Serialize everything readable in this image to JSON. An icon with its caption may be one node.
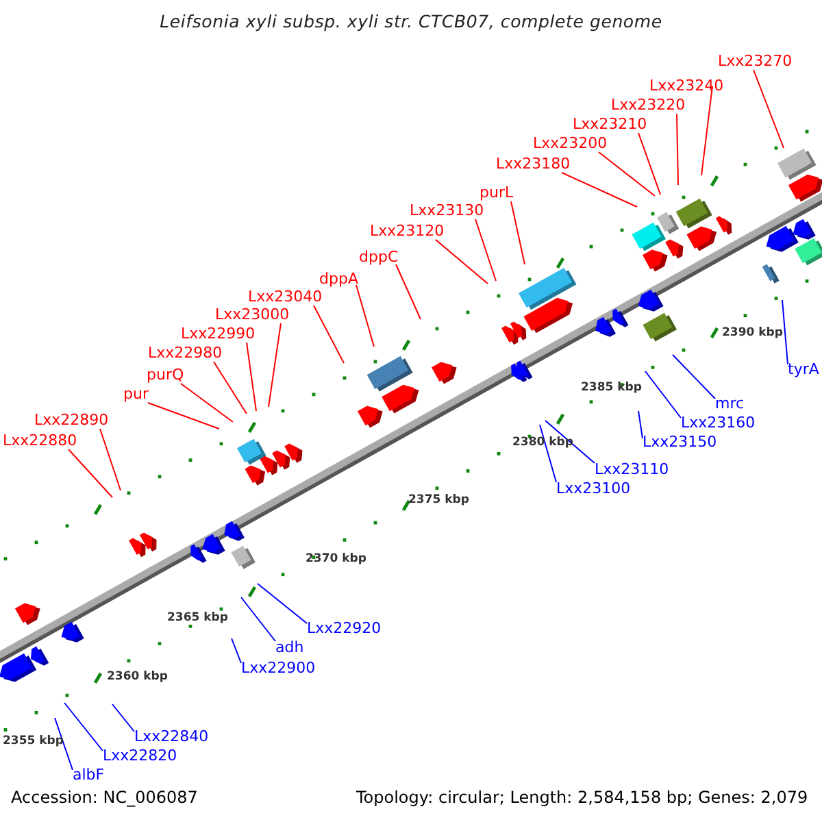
{
  "diagram": {
    "title": "Leifsonia xyli subsp. xyli str. CTCB07, complete genome",
    "nodes": [
      {
        "text": [
          "Lxx22880"
        ]
      },
      {
        "text": [
          "Lxx22890"
        ]
      },
      {
        "text": [
          "pur"
        ]
      },
      {
        "text": [
          "purQ"
        ]
      },
      {
        "text": [
          "Lxx22980"
        ]
      },
      {
        "text": [
          "Lxx22990"
        ]
      },
      {
        "text": [
          "Lxx23000"
        ]
      },
      {
        "text": [
          "Lxx23040"
        ]
      },
      {
        "text": [
          "dppA"
        ]
      },
      {
        "text": [
          "dppC"
        ]
      },
      {
        "text": [
          "Lxx23120"
        ]
      },
      {
        "text": [
          "Lxx23130"
        ]
      },
      {
        "text": [
          "purL"
        ]
      },
      {
        "text": [
          "Lxx23180"
        ]
      },
      {
        "text": [
          "Lxx23200"
        ]
      },
      {
        "text": [
          "Lxx23210"
        ]
      },
      {
        "text": [
          "Lxx23220"
        ]
      },
      {
        "text": [
          "Lxx23240"
        ]
      },
      {
        "text": [
          "Lxx23270"
        ]
      },
      {
        "text": [
          "albF"
        ]
      },
      {
        "text": [
          "Lxx22820"
        ]
      },
      {
        "text": [
          "Lxx22840"
        ]
      },
      {
        "text": [
          "Lxx22900"
        ]
      },
      {
        "text": [
          "adh"
        ]
      },
      {
        "text": [
          "Lxx22920"
        ]
      },
      {
        "text": [
          "Lxx23100"
        ]
      },
      {
        "text": [
          "Lxx23110"
        ]
      },
      {
        "text": [
          "Lxx23150"
        ]
      },
      {
        "text": [
          "Lxx23160"
        ]
      },
      {
        "text": [
          "mrc"
        ]
      },
      {
        "text": [
          "tyrA"
        ]
      }
    ],
    "edges": [
      {
        "from": 0,
        "to": null,
        "arrow": "none"
      },
      {
        "from": 1,
        "to": null,
        "arrow": "none"
      },
      {
        "from": 2,
        "to": null,
        "arrow": "none"
      },
      {
        "from": 3,
        "to": null,
        "arrow": "none"
      },
      {
        "from": 4,
        "to": null,
        "arrow": "none"
      },
      {
        "from": 5,
        "to": null,
        "arrow": "none"
      },
      {
        "from": 6,
        "to": null,
        "arrow": "none"
      },
      {
        "from": 7,
        "to": null,
        "arrow": "none"
      },
      {
        "from": 8,
        "to": null,
        "arrow": "none"
      },
      {
        "from": 9,
        "to": null,
        "arrow": "none"
      },
      {
        "from": 10,
        "to": null,
        "arrow": "none"
      },
      {
        "from": 11,
        "to": null,
        "arrow": "none"
      },
      {
        "from": 12,
        "to": null,
        "arrow": "none"
      },
      {
        "from": 13,
        "to": null,
        "arrow": "none"
      },
      {
        "from": 14,
        "to": null,
        "arrow": "none"
      },
      {
        "from": 15,
        "to": null,
        "arrow": "none"
      },
      {
        "from": 16,
        "to": null,
        "arrow": "none"
      },
      {
        "from": 17,
        "to": null,
        "arrow": "none"
      },
      {
        "from": 18,
        "to": null,
        "arrow": "none"
      },
      {
        "from": 19,
        "to": null,
        "arrow": "none",
        "color": "#0000ff"
      },
      {
        "from": 20,
        "to": null,
        "arrow": "none",
        "color": "#0000ff"
      },
      {
        "from": 21,
        "to": null,
        "arrow": "none",
        "color": "#0000ff"
      },
      {
        "from": 22,
        "to": null,
        "arrow": "none",
        "color": "#0000ff"
      },
      {
        "from": 23,
        "to": null,
        "arrow": "none",
        "color": "#0000ff"
      },
      {
        "from": 24,
        "to": null,
        "arrow": "none",
        "color": "#0000ff"
      },
      {
        "from": 25,
        "to": null,
        "arrow": "none",
        "color": "#0000ff"
      },
      {
        "from": 26,
        "to": null,
        "arrow": "none",
        "color": "#0000ff"
      },
      {
        "from": 27,
        "to": null,
        "arrow": "none",
        "color": "#0000ff"
      },
      {
        "from": 28,
        "to": null,
        "arrow": "none",
        "color": "#0000ff"
      },
      {
        "from": 29,
        "to": null,
        "arrow": "none",
        "color": "#0000ff"
      },
      {
        "from": 30,
        "to": null,
        "arrow": "none",
        "color": "#0000ff"
      }
    ],
    "labels": [
      "2355 kbp",
      "2360 kbp",
      "2365 kbp",
      "2370 kbp",
      "2375 kbp",
      "2380 kbp",
      "2385 kbp",
      "2390 kbp",
      "Accession: NC_006087",
      "Topology: circular; Length: 2,584,158 bp; Genes: 2,079"
    ]
  }
}
